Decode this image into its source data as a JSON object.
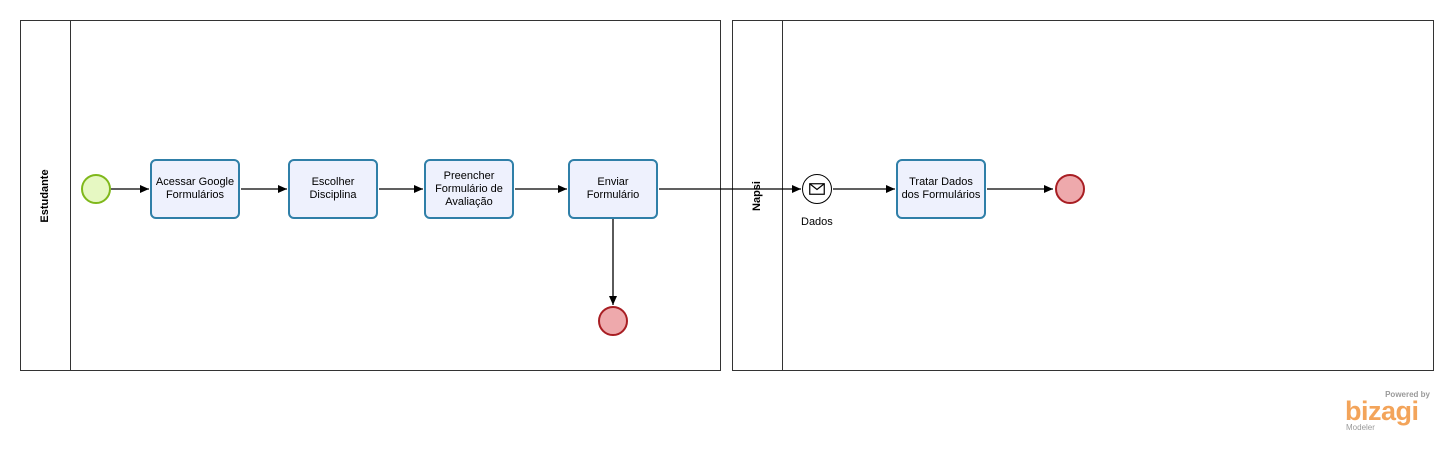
{
  "pools": [
    {
      "name": "Estudante"
    },
    {
      "name": "Napsi"
    }
  ],
  "tasks": {
    "acessar": "Acessar Google Formulários",
    "escolher": "Escolher Disciplina",
    "preencher": "Preencher Formulário de Avaliação",
    "enviar": "Enviar Formulário",
    "tratar": "Tratar Dados dos Formulários"
  },
  "message_event": {
    "label": "Dados"
  },
  "logo": {
    "powered": "Powered by",
    "brand": "bizagi",
    "product": "Modeler"
  },
  "colors": {
    "task_border": "#2f7fa8",
    "task_fill": "#eef1fd",
    "start_border": "#7fb81b",
    "start_fill": "#e6f8c2",
    "end_border": "#a81e23",
    "end_fill": "#eea9ac",
    "brand": "#f3a45a"
  }
}
